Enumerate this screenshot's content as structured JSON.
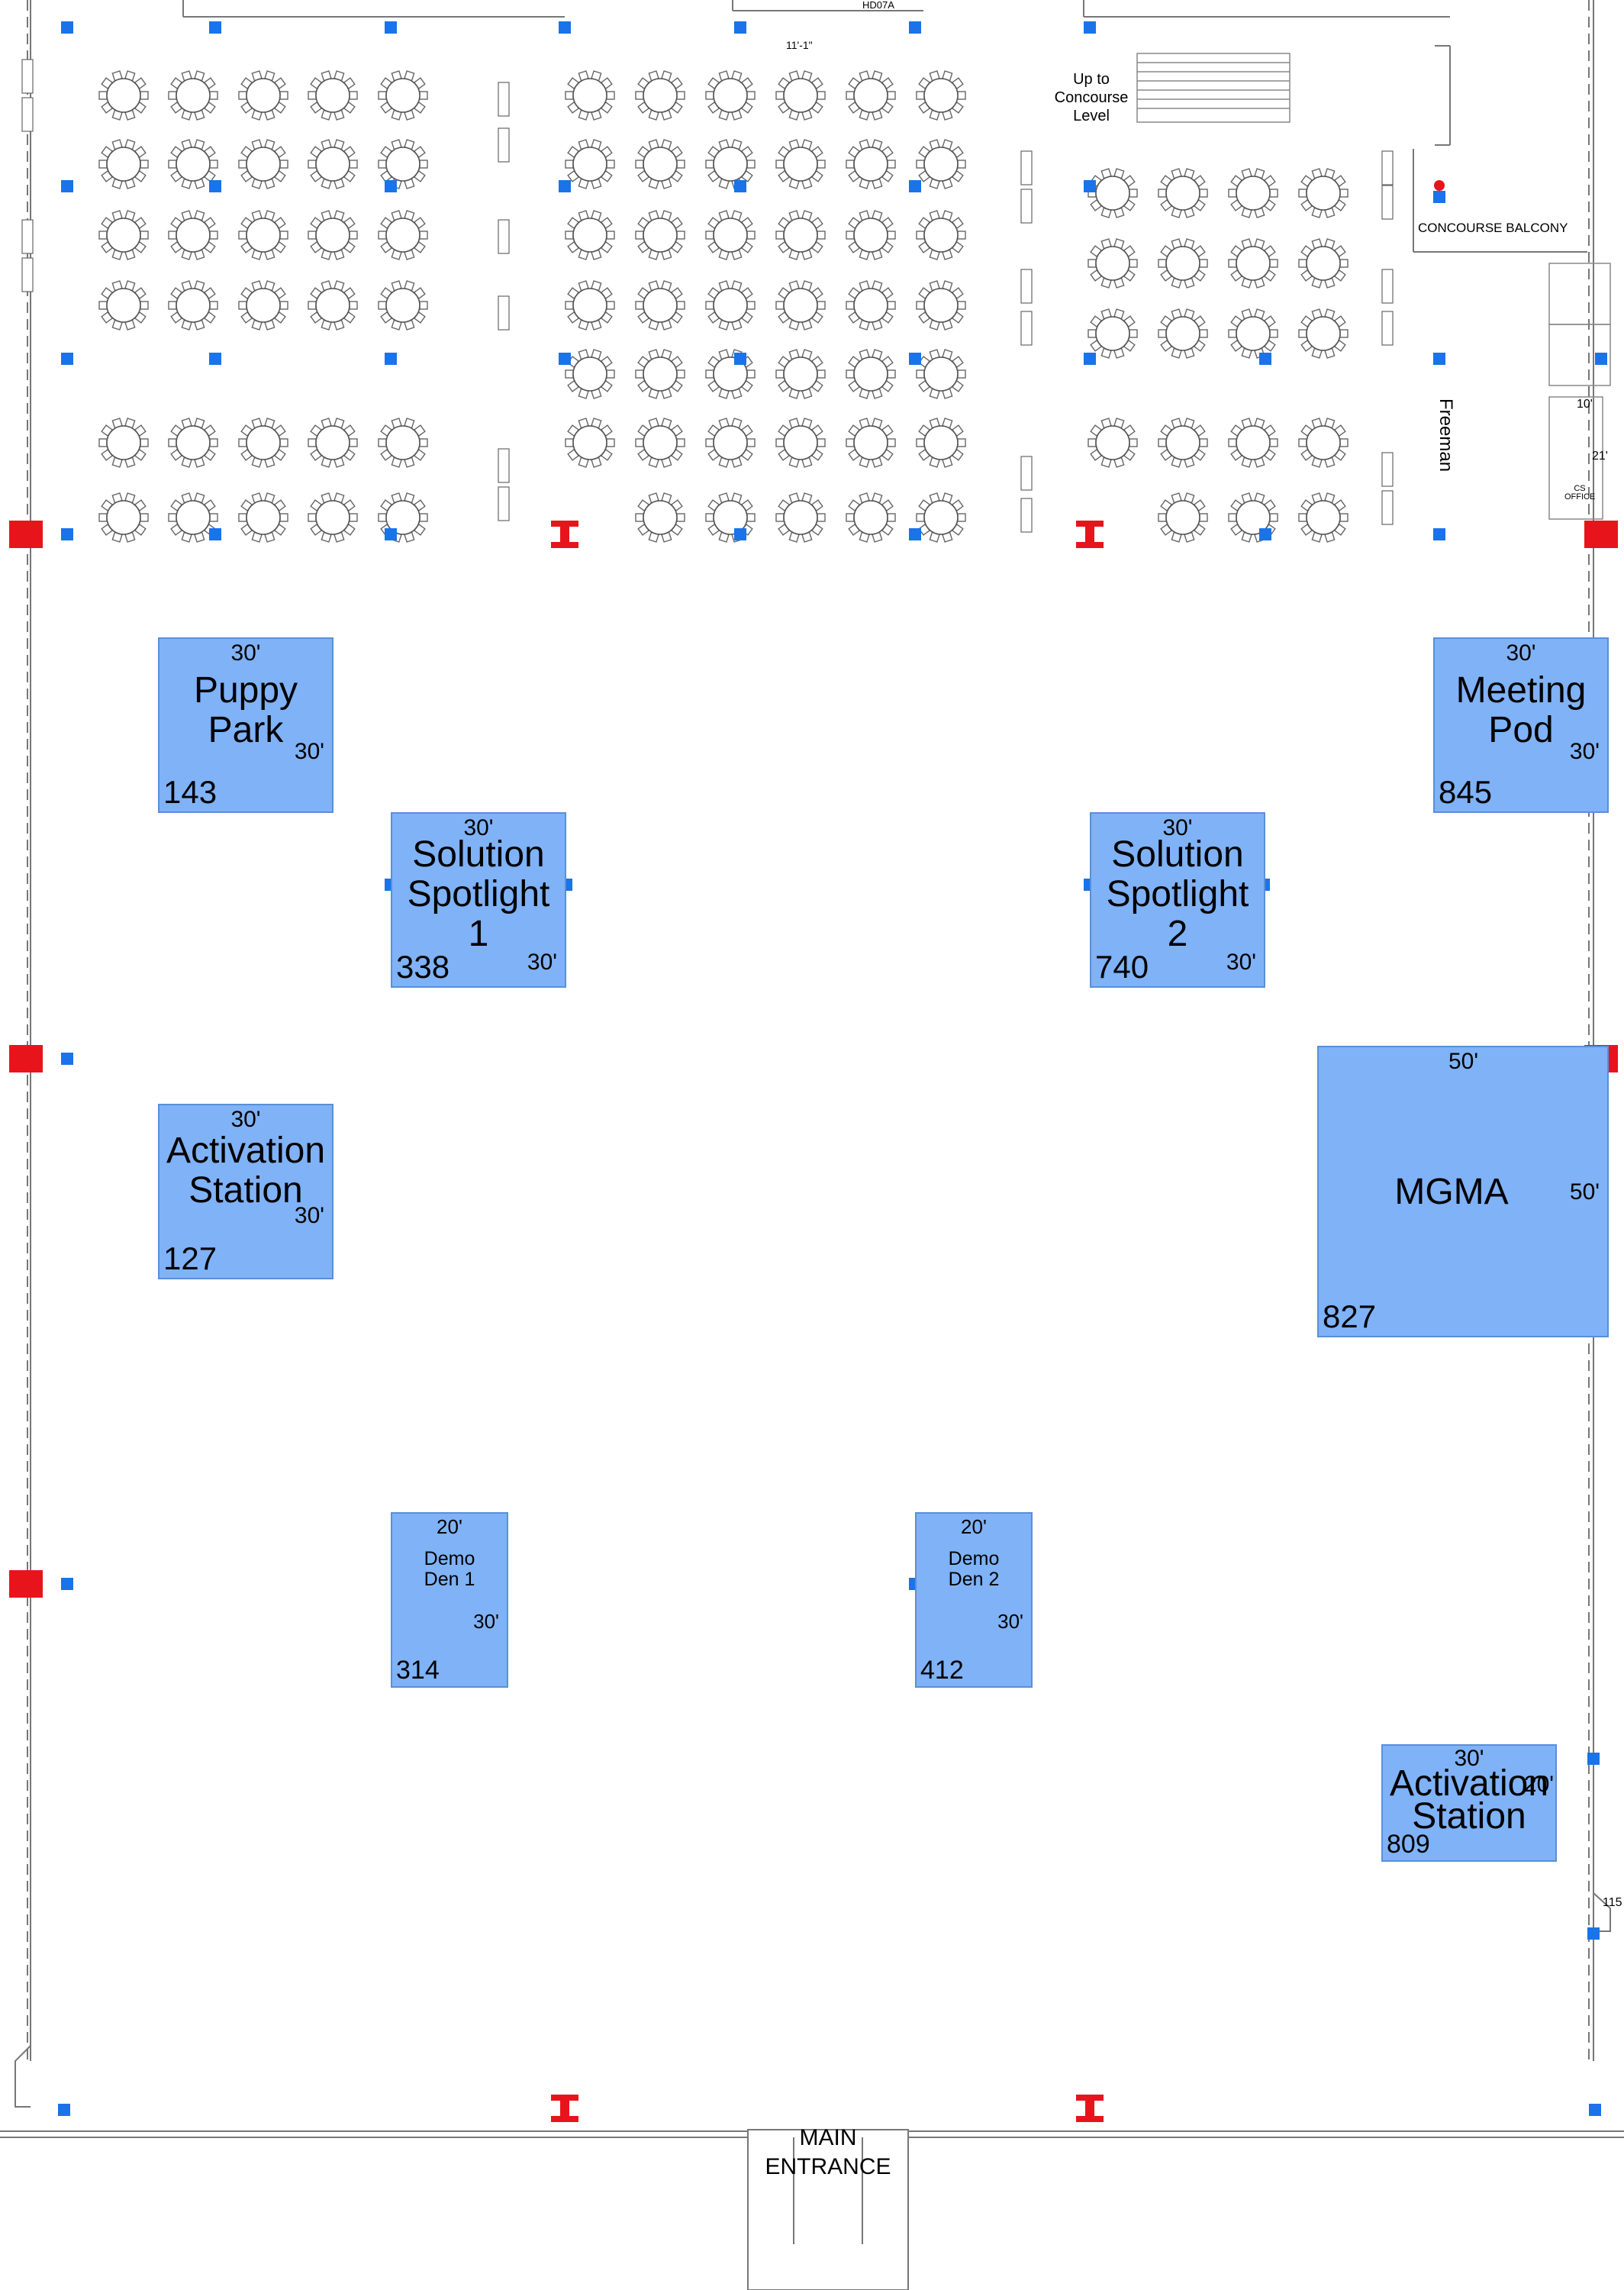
{
  "labels": {
    "stairs": "Up to Concourse Level",
    "concourse": "CONCOURSE BALCONY",
    "freeman": "Freeman",
    "office": "CS OFFICE",
    "main_entrance_line1": "MAIN",
    "main_entrance_line2": "ENTRANCE",
    "dim_top": "11'-1\"",
    "dim_office_w": "10'",
    "dim_office_h": "21'",
    "door_right": "115",
    "room_code": "HD07A"
  },
  "booths": [
    {
      "id": "puppy",
      "name_lines": [
        "Puppy",
        "Park"
      ],
      "number": "143",
      "width": "30'",
      "depth": "30'"
    },
    {
      "id": "meeting",
      "name_lines": [
        "Meeting",
        "Pod"
      ],
      "number": "845",
      "width": "30'",
      "depth": "30'"
    },
    {
      "id": "spot1",
      "name_lines": [
        "Solution",
        "Spotlight",
        "1"
      ],
      "number": "338",
      "width": "30'",
      "depth": "30'"
    },
    {
      "id": "spot2",
      "name_lines": [
        "Solution",
        "Spotlight",
        "2"
      ],
      "number": "740",
      "width": "30'",
      "depth": "30'"
    },
    {
      "id": "act1",
      "name_lines": [
        "Activation",
        "Station"
      ],
      "number": "127",
      "width": "30'",
      "depth": "30'"
    },
    {
      "id": "mgma",
      "name_lines": [
        "MGMA"
      ],
      "number": "827",
      "width": "50'",
      "depth": "50'"
    },
    {
      "id": "den1",
      "name_lines": [
        "Demo",
        "Den 1"
      ],
      "number": "314",
      "width": "20'",
      "depth": "30'"
    },
    {
      "id": "den2",
      "name_lines": [
        "Demo",
        "Den 2"
      ],
      "number": "412",
      "width": "20'",
      "depth": "30'"
    },
    {
      "id": "act2",
      "name_lines": [
        "Activation",
        "Station"
      ],
      "number": "809",
      "width": "30'",
      "depth": "20'"
    }
  ],
  "colors": {
    "booth_fill": "#7fb2f7",
    "booth_border": "#5a8fd6",
    "column_marker": "#1a73e8",
    "exit_marker": "#e8141c",
    "wall_line": "#777777"
  }
}
